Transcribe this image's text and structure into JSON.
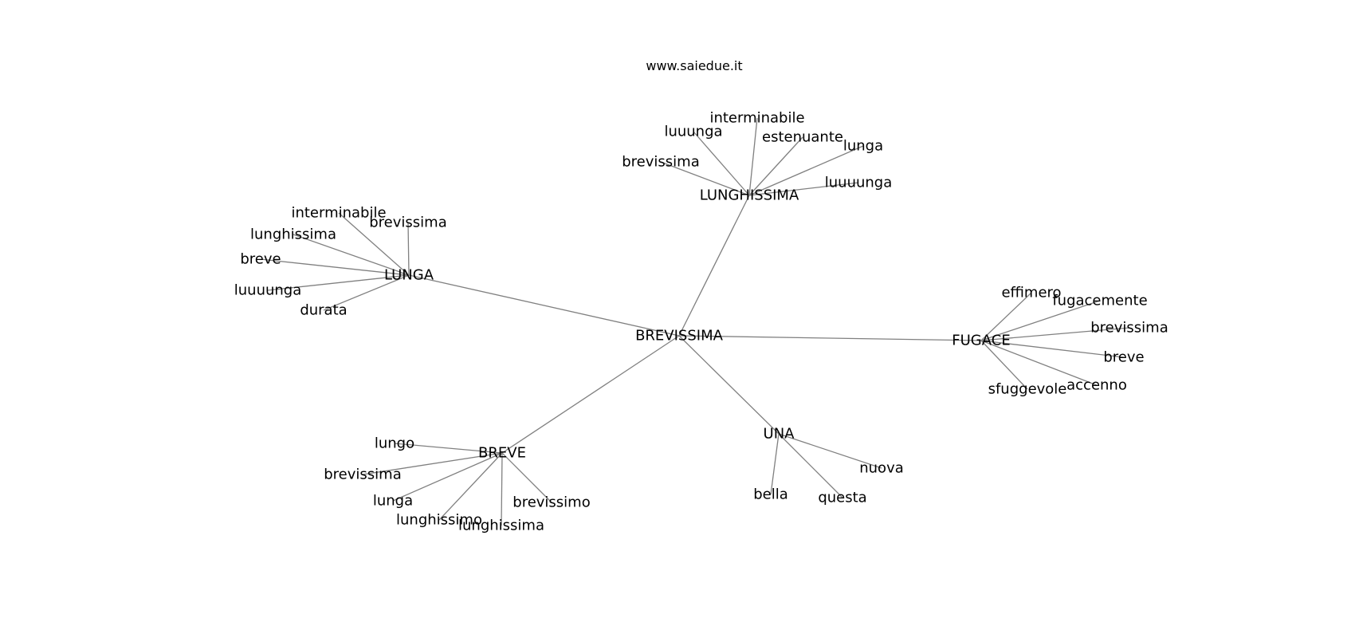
{
  "credit": "www.saiedue.it",
  "graph": {
    "center": "BREVISSIMA",
    "hubs": [
      {
        "id": "LUNGHISSIMA",
        "leaves": [
          "interminabile",
          "luuunga",
          "estenuante",
          "lunga",
          "brevissima",
          "luuuunga"
        ]
      },
      {
        "id": "LUNGA",
        "leaves": [
          "interminabile",
          "brevissima",
          "lunghissima",
          "breve",
          "luuuunga",
          "durata"
        ]
      },
      {
        "id": "FUGACE",
        "leaves": [
          "effimero",
          "fugacemente",
          "brevissima",
          "breve",
          "accenno",
          "sfuggevole"
        ]
      },
      {
        "id": "BREVE",
        "leaves": [
          "lungo",
          "brevissima",
          "lunga",
          "lunghissimo",
          "lunghissima",
          "brevissimo"
        ]
      },
      {
        "id": "UNA",
        "leaves": [
          "nuova",
          "bella",
          "questa"
        ]
      }
    ]
  }
}
